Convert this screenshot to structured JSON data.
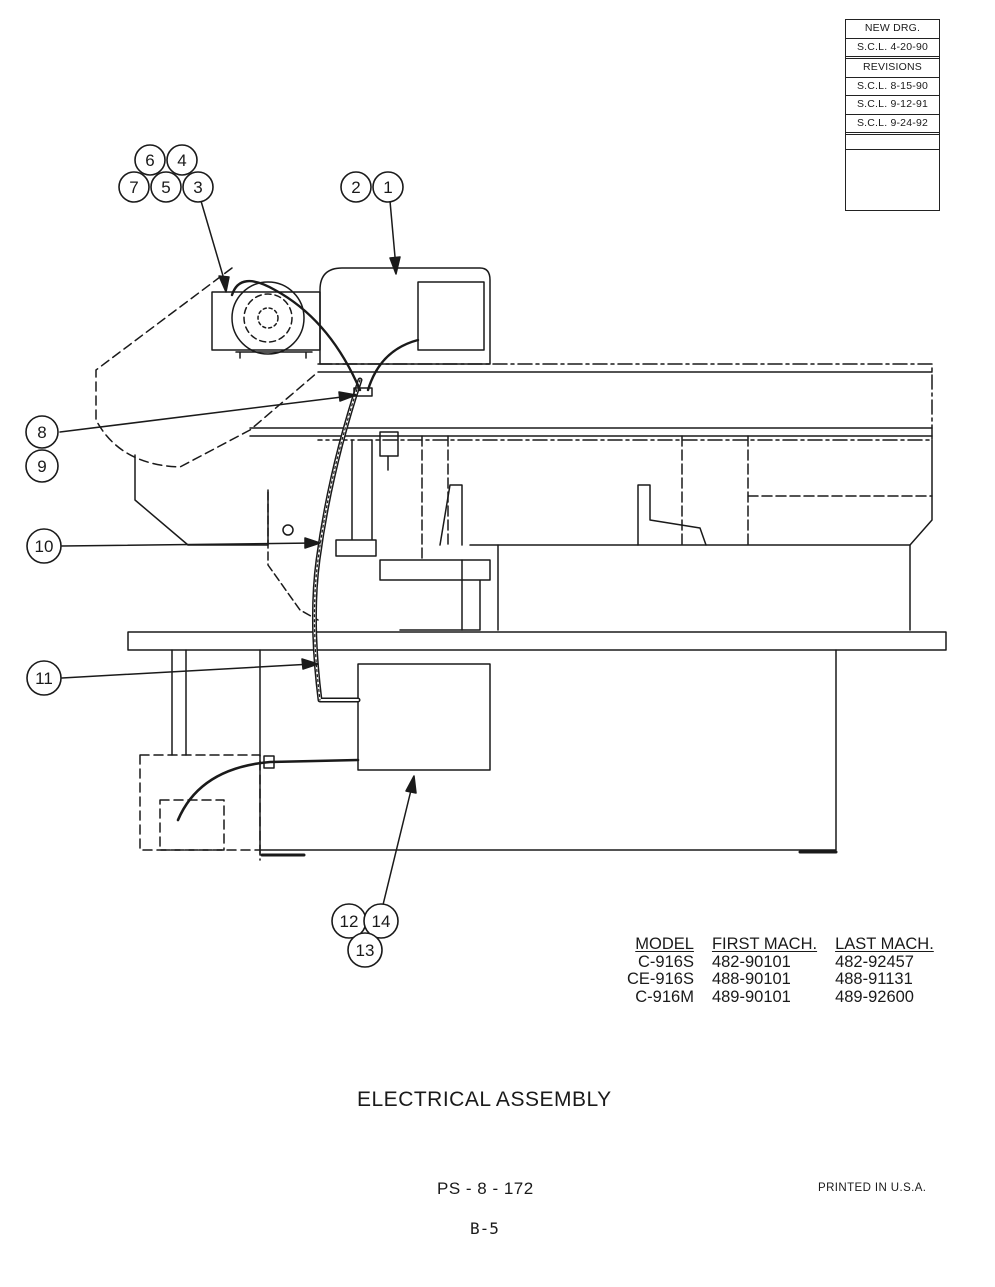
{
  "revision_block": {
    "cells": [
      "NEW DRG.",
      "S.C.L. 4-20-90",
      "REVISIONS",
      "S.C.L. 8-15-90",
      "S.C.L. 9-12-91",
      "S.C.L. 9-24-92",
      ""
    ]
  },
  "callouts": [
    {
      "id": "6",
      "label": "6"
    },
    {
      "id": "4",
      "label": "4"
    },
    {
      "id": "7",
      "label": "7"
    },
    {
      "id": "5",
      "label": "5"
    },
    {
      "id": "3",
      "label": "3"
    },
    {
      "id": "2",
      "label": "2"
    },
    {
      "id": "1",
      "label": "1"
    },
    {
      "id": "8",
      "label": "8"
    },
    {
      "id": "9",
      "label": "9"
    },
    {
      "id": "10",
      "label": "10"
    },
    {
      "id": "11",
      "label": "11"
    },
    {
      "id": "12",
      "label": "12"
    },
    {
      "id": "14",
      "label": "14"
    },
    {
      "id": "13",
      "label": "13"
    }
  ],
  "model_table": {
    "headers": [
      "MODEL",
      "FIRST MACH.",
      "LAST MACH."
    ],
    "rows": [
      [
        "C-916S",
        "482-90101",
        "482-92457"
      ],
      [
        "CE-916S",
        "488-90101",
        "488-91131"
      ],
      [
        "C-916M",
        "489-90101",
        "489-92600"
      ]
    ]
  },
  "title": "ELECTRICAL ASSEMBLY",
  "part_number": "PS - 8 - 172",
  "printed_note": "PRINTED IN U.S.A.",
  "page_number": "B-5"
}
